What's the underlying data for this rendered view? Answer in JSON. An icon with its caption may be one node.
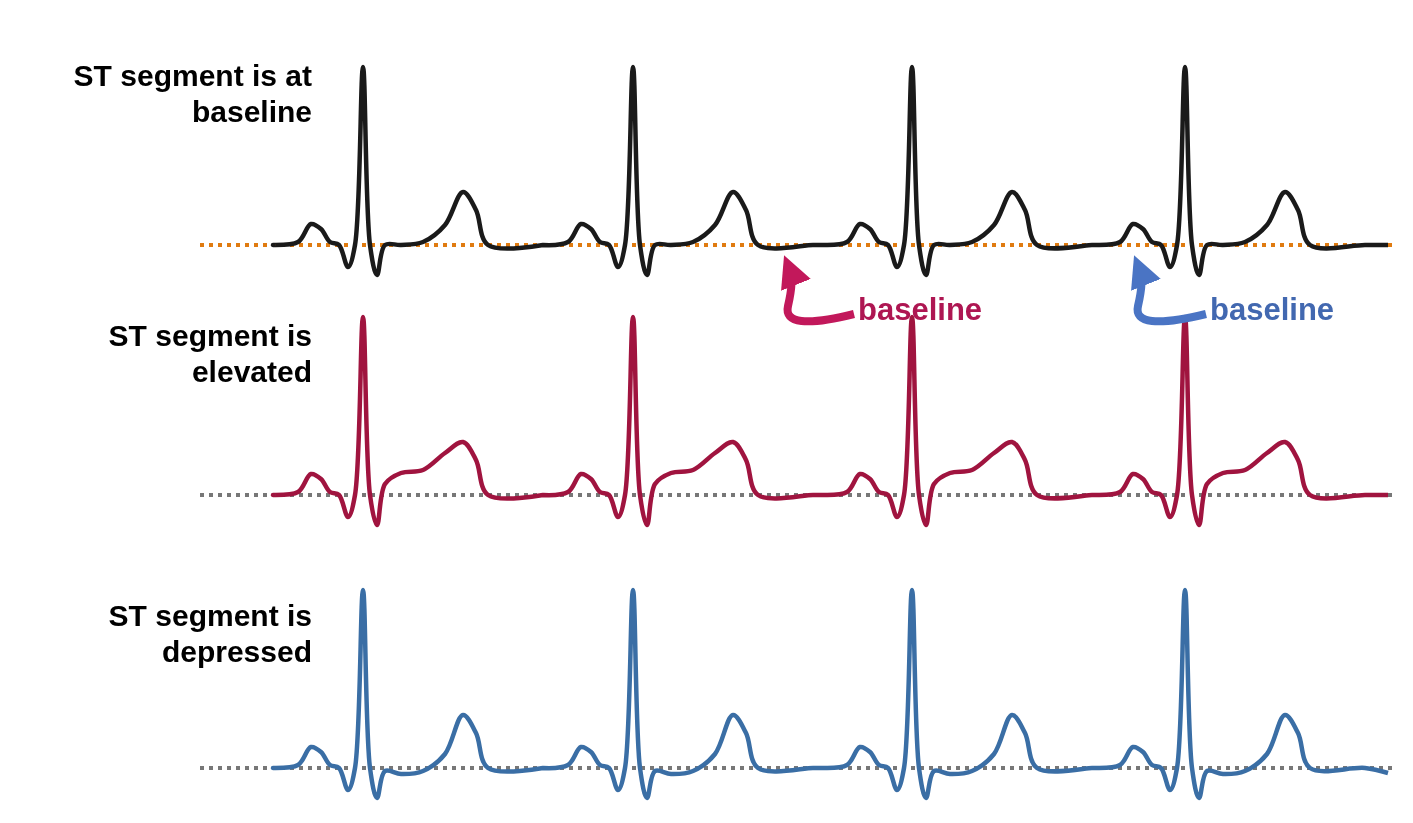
{
  "diagram": {
    "nodes": [
      {
        "text": [
          "baseline"
        ]
      },
      {
        "text": [
          "baseline"
        ]
      }
    ],
    "edges": [
      {
        "from": 0,
        "to": null,
        "arrow": "to",
        "color": "#c2185b"
      },
      {
        "from": 1,
        "to": null,
        "arrow": "to",
        "color": "#4a74c4"
      }
    ],
    "labels": [
      "ST segment is at baseline",
      "ST segment is elevated",
      "ST segment is depressed"
    ]
  }
}
